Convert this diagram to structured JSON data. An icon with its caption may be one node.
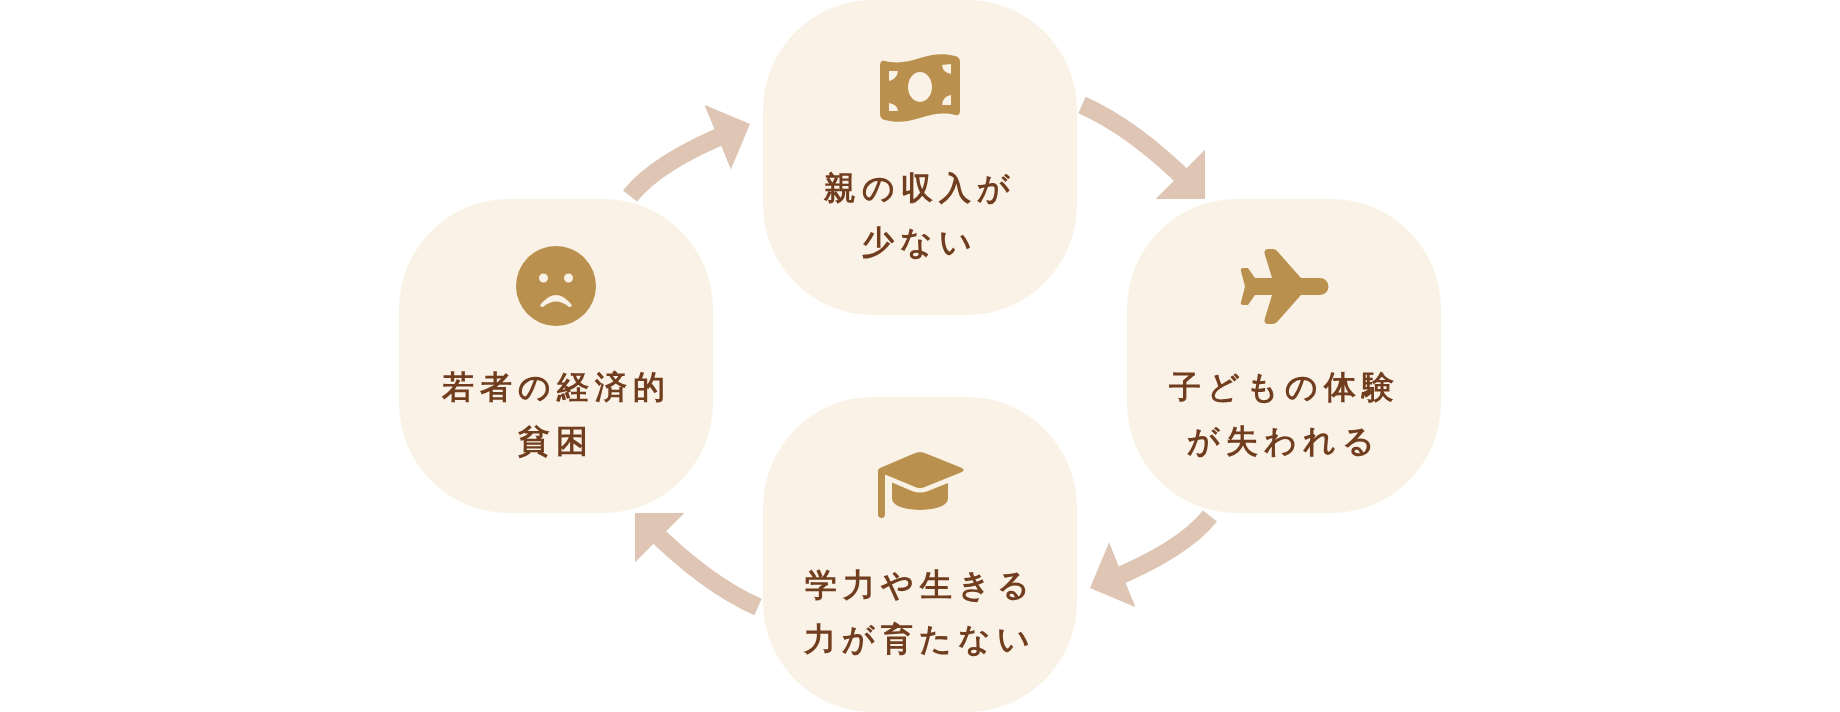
{
  "diagram": {
    "nodes": [
      {
        "text": [
          "親の収入が少ない"
        ]
      },
      {
        "text": [
          "子どもの体験が失われる"
        ]
      },
      {
        "text": [
          "学力や生きる力が育たない"
        ]
      },
      {
        "text": [
          "若者の経済的貧困"
        ]
      }
    ],
    "edges": [
      {
        "from": 0,
        "to": 1,
        "arrow": "to"
      },
      {
        "from": 1,
        "to": 2,
        "arrow": "to"
      },
      {
        "from": 2,
        "to": 3,
        "arrow": "to"
      },
      {
        "from": 3,
        "to": 0,
        "arrow": "to"
      }
    ]
  }
}
